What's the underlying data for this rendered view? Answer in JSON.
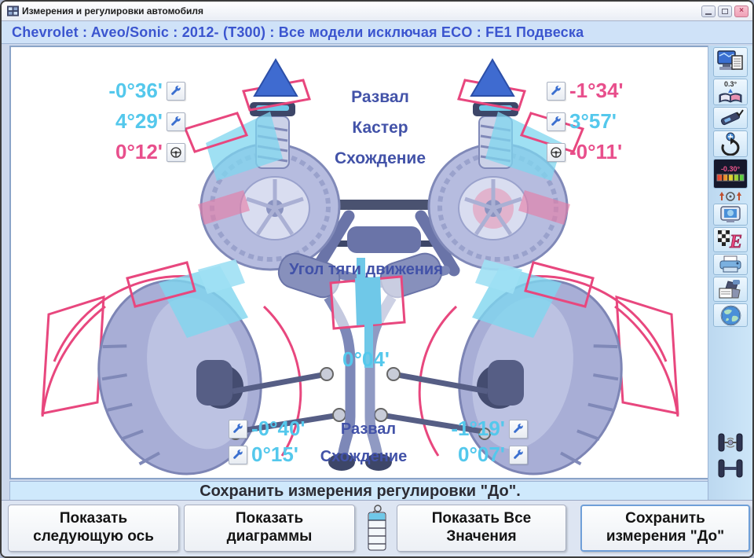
{
  "colors": {
    "value_blue": "#54c8ec",
    "value_pink": "#e84f8c",
    "label_blue": "#4252a8",
    "header_text": "#3b55cf"
  },
  "window": {
    "title": "Измерения и регулировки автомобиля",
    "controls": {
      "minimize": "",
      "maximize": "",
      "close": "×"
    }
  },
  "header": {
    "vehicle": "Chevrolet : Aveo/Sonic : 2012-   (T300) : Все модели исключая ECO : FE1 Подвеска"
  },
  "front_axle": {
    "labels": {
      "camber": "Развал",
      "caster": "Кастер",
      "toe": "Схождение"
    },
    "left": {
      "camber": {
        "value": "-0°36'",
        "tone": "blue"
      },
      "caster": {
        "value": "4°29'",
        "tone": "blue"
      },
      "toe": {
        "value": "0°12'",
        "tone": "pink"
      }
    },
    "right": {
      "camber": {
        "value": "-1°34'",
        "tone": "pink"
      },
      "caster": {
        "value": "3°57'",
        "tone": "blue"
      },
      "toe": {
        "value": "-0°11'",
        "tone": "pink"
      }
    }
  },
  "thrust": {
    "label": "Угол тяги движения",
    "value": {
      "value": "0°04'",
      "tone": "blue"
    }
  },
  "rear_axle": {
    "labels": {
      "camber": "Развал",
      "toe": "Схождение"
    },
    "left": {
      "camber": {
        "value": "-0°40'",
        "tone": "blue"
      },
      "toe": {
        "value": "0°15'",
        "tone": "blue"
      }
    },
    "right": {
      "camber": {
        "value": "-1°19'",
        "tone": "blue"
      },
      "toe": {
        "value": "0°07'",
        "tone": "blue"
      }
    }
  },
  "status": {
    "message": "Сохранить измерения регулировки \"До\"."
  },
  "buttons": {
    "next_axle": "Показать следующую ось",
    "diagrams": "Показать диаграммы",
    "all_values": "Показать Все Значения",
    "save_before": "Сохранить измерения \"До\""
  },
  "sidebar": {
    "spec_value": "0.3°",
    "display_value": "-0.30°",
    "icons": [
      "measure-screen",
      "spec-book",
      "caliper-check",
      "reset",
      "level-display",
      "sensors",
      "monitor",
      "finish-flag",
      "printer",
      "save-tool",
      "globe",
      "front-axle",
      "rear-axle"
    ]
  }
}
